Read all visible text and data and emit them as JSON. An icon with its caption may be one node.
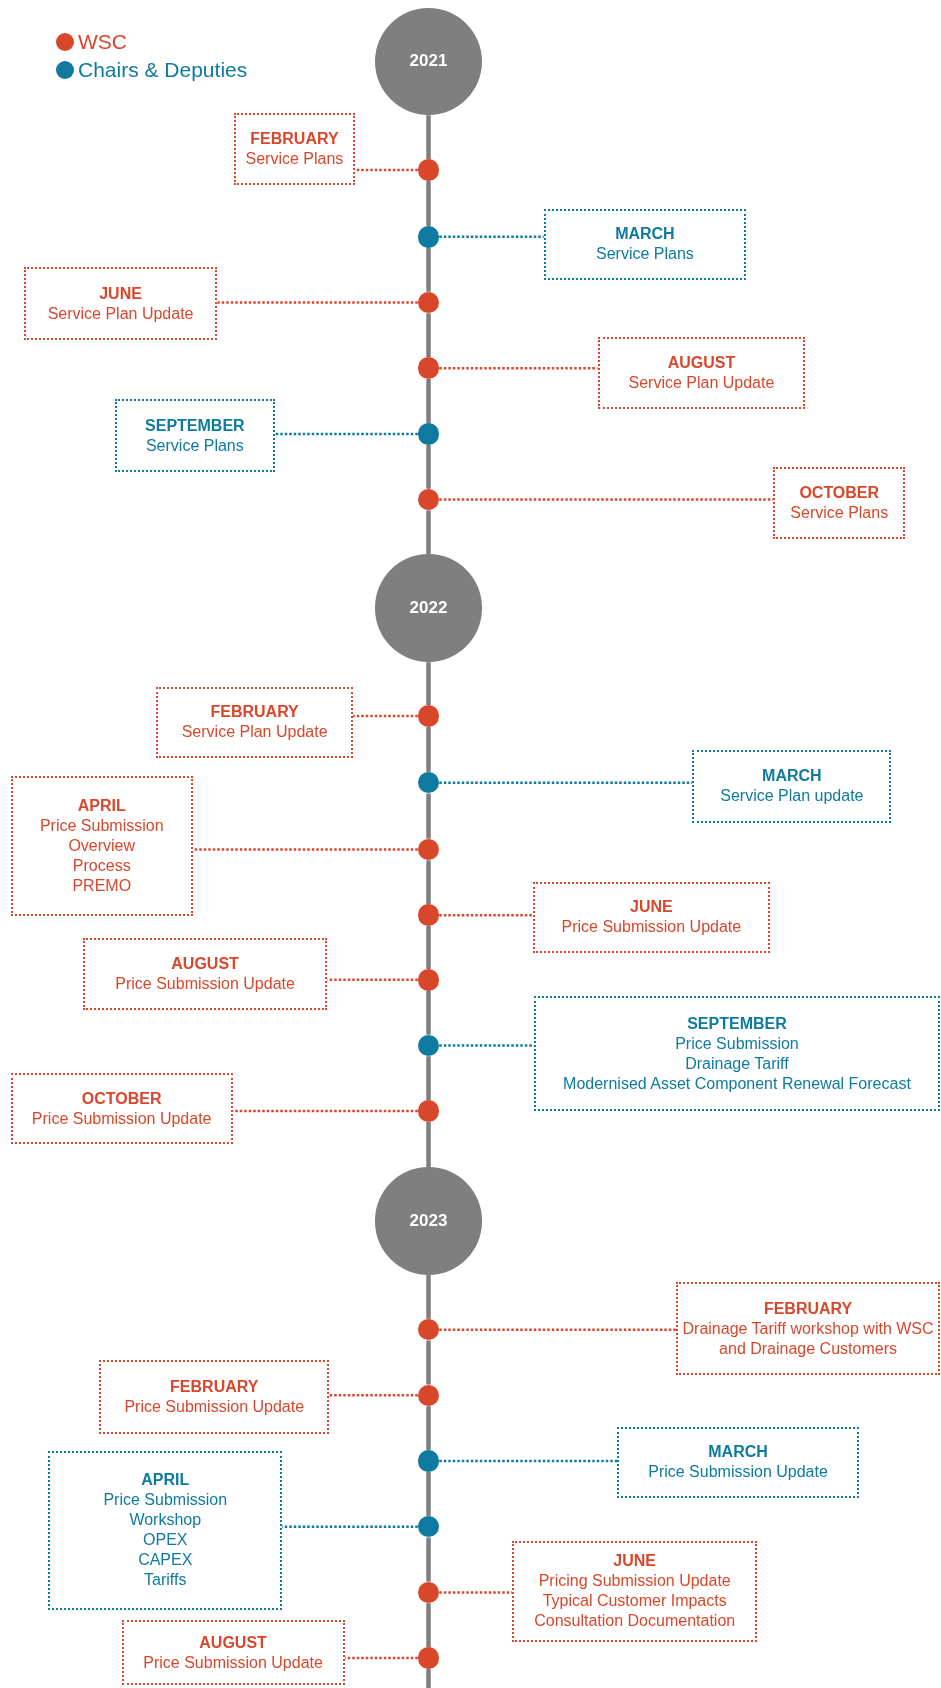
{
  "diagram": {
    "nodes": [
      {
        "text": [
          "2021"
        ]
      },
      {
        "text": [
          "FEBRUARY",
          "Service Plans"
        ]
      },
      {
        "text": [],
        "shape": "circle"
      },
      {
        "text": [
          "MARCH",
          "Service Plans"
        ]
      },
      {
        "text": [],
        "shape": "circle"
      },
      {
        "text": [
          "JUNE",
          "Service Plan Update"
        ]
      },
      {
        "text": [],
        "shape": "circle"
      },
      {
        "text": [
          "AUGUST",
          "Service Plan Update"
        ]
      },
      {
        "text": [],
        "shape": "circle"
      },
      {
        "text": [
          "SEPTEMBER",
          "Service Plans"
        ]
      },
      {
        "text": [],
        "shape": "circle"
      },
      {
        "text": [
          "OCTOBER",
          "Service Plans"
        ]
      },
      {
        "text": [],
        "shape": "circle"
      },
      {
        "text": [
          "2022"
        ]
      },
      {
        "text": [
          "FEBRUARY",
          "Service Plan Update"
        ]
      },
      {
        "text": [],
        "shape": "circle"
      },
      {
        "text": [
          "MARCH",
          "Service Plan update"
        ]
      },
      {
        "text": [],
        "shape": "circle"
      },
      {
        "text": [
          "APRIL",
          "Price Submission",
          "Overview",
          "Process",
          "PREMO"
        ]
      },
      {
        "text": [],
        "shape": "circle"
      },
      {
        "text": [
          "JUNE",
          "Price Submission Update"
        ]
      },
      {
        "text": [],
        "shape": "circle"
      },
      {
        "text": [
          "AUGUST",
          "Price Submission Update"
        ]
      },
      {
        "text": [],
        "shape": "circle"
      },
      {
        "text": [
          "SEPTEMBER",
          "Price Submission",
          "Drainage Tariff",
          "Modernised Asset Component Renewal Forecast"
        ]
      },
      {
        "text": [],
        "shape": "circle"
      },
      {
        "text": [
          "OCTOBER",
          "Price Submission Update"
        ]
      },
      {
        "text": [],
        "shape": "circle"
      },
      {
        "text": [
          "2023"
        ]
      },
      {
        "text": [
          "FEBRUARY",
          "Drainage Tariff workshop with WSC and Drainage Customers"
        ]
      },
      {
        "text": [],
        "shape": "circle"
      },
      {
        "text": [
          "FEBRUARY",
          "Price Submission Update"
        ]
      },
      {
        "text": [],
        "shape": "circle"
      },
      {
        "text": [
          "MARCH",
          "Price Submission Update"
        ]
      },
      {
        "text": [],
        "shape": "circle"
      },
      {
        "text": [
          "APRIL",
          "Price Submission",
          "Workshop",
          "OPEX",
          "CAPEX",
          "Tariffs"
        ]
      },
      {
        "text": [],
        "shape": "circle"
      },
      {
        "text": [
          "JUNE",
          "Pricing Submission Update",
          "Typical Customer Impacts",
          "Consultation Documentation"
        ]
      },
      {
        "text": [],
        "shape": "circle"
      },
      {
        "text": [
          "AUGUST",
          "Price Submission Update"
        ]
      },
      {
        "text": [],
        "shape": "circle"
      }
    ],
    "edges": [
      {
        "from": 0,
        "to": 2,
        "arrow": "none"
      },
      {
        "from": 2,
        "to": 1,
        "arrow": "none",
        "style": "dashed",
        "color": "#d9472b"
      },
      {
        "from": 2,
        "to": 4,
        "arrow": "none"
      },
      {
        "from": 4,
        "to": 3,
        "arrow": "none",
        "style": "dashed",
        "color": "#0e7aa0"
      },
      {
        "from": 4,
        "to": 6,
        "arrow": "none"
      },
      {
        "from": 6,
        "to": 5,
        "arrow": "none",
        "style": "dashed",
        "color": "#d9472b"
      },
      {
        "from": 6,
        "to": 8,
        "arrow": "none"
      },
      {
        "from": 8,
        "to": 7,
        "arrow": "none",
        "style": "dashed",
        "color": "#d9472b"
      },
      {
        "from": 8,
        "to": 10,
        "arrow": "none"
      },
      {
        "from": 10,
        "to": 9,
        "arrow": "none",
        "style": "dashed",
        "color": "#0e7aa0"
      },
      {
        "from": 10,
        "to": 12,
        "arrow": "none"
      },
      {
        "from": 12,
        "to": 11,
        "arrow": "none",
        "style": "dashed",
        "color": "#d9472b"
      },
      {
        "from": 12,
        "to": 13,
        "arrow": "none"
      },
      {
        "from": 13,
        "to": 15,
        "arrow": "none"
      },
      {
        "from": 15,
        "to": 14,
        "arrow": "none",
        "style": "dashed",
        "color": "#d9472b"
      },
      {
        "from": 15,
        "to": 17,
        "arrow": "none"
      },
      {
        "from": 17,
        "to": 16,
        "arrow": "none",
        "style": "dashed",
        "color": "#0e7aa0"
      },
      {
        "from": 17,
        "to": 19,
        "arrow": "none"
      },
      {
        "from": 19,
        "to": 18,
        "arrow": "none",
        "style": "dashed",
        "color": "#d9472b"
      },
      {
        "from": 19,
        "to": 21,
        "arrow": "none"
      },
      {
        "from": 21,
        "to": 20,
        "arrow": "none",
        "style": "dashed",
        "color": "#d9472b"
      },
      {
        "from": 21,
        "to": 23,
        "arrow": "none"
      },
      {
        "from": 23,
        "to": 22,
        "arrow": "none",
        "style": "dashed",
        "color": "#d9472b"
      },
      {
        "from": 23,
        "to": 25,
        "arrow": "none"
      },
      {
        "from": 25,
        "to": 24,
        "arrow": "none",
        "style": "dashed",
        "color": "#0e7aa0"
      },
      {
        "from": 25,
        "to": 27,
        "arrow": "none"
      },
      {
        "from": 27,
        "to": 26,
        "arrow": "none",
        "style": "dashed",
        "color": "#d9472b"
      },
      {
        "from": 27,
        "to": 28,
        "arrow": "none"
      },
      {
        "from": 28,
        "to": 30,
        "arrow": "none"
      },
      {
        "from": 30,
        "to": 29,
        "arrow": "none",
        "style": "dashed",
        "color": "#d9472b"
      },
      {
        "from": 30,
        "to": 32,
        "arrow": "none"
      },
      {
        "from": 32,
        "to": 31,
        "arrow": "none",
        "style": "dashed",
        "color": "#d9472b"
      },
      {
        "from": 32,
        "to": 34,
        "arrow": "none"
      },
      {
        "from": 34,
        "to": 33,
        "arrow": "none",
        "style": "dashed",
        "color": "#0e7aa0"
      },
      {
        "from": 34,
        "to": 36,
        "arrow": "none"
      },
      {
        "from": 36,
        "to": 35,
        "arrow": "none",
        "style": "dashed",
        "color": "#0e7aa0"
      },
      {
        "from": 36,
        "to": 38,
        "arrow": "none"
      },
      {
        "from": 38,
        "to": 37,
        "arrow": "none",
        "style": "dashed",
        "color": "#d9472b"
      },
      {
        "from": 38,
        "to": 40,
        "arrow": "none"
      },
      {
        "from": 40,
        "to": 39,
        "arrow": "none",
        "style": "dashed",
        "color": "#d9472b"
      },
      {
        "from": 40,
        "to": null,
        "arrow": "none"
      }
    ],
    "legend": [
      {
        "text": "WSC",
        "color": "#d9472b"
      },
      {
        "text": "Chairs & Deputies",
        "color": "#0e7aa0"
      }
    ]
  }
}
